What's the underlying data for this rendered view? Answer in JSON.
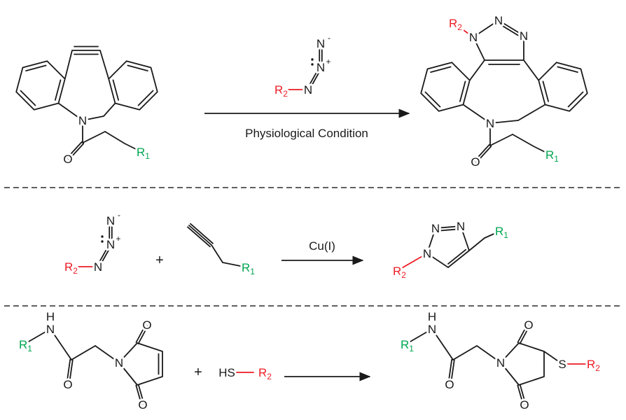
{
  "colors": {
    "black": "#1a1a1a",
    "green": "#00a651",
    "red": "#ed1c24"
  },
  "atoms": {
    "n": "N",
    "o": "O",
    "h": "H",
    "s": "S",
    "hs": "HS",
    "plus_charge": "+",
    "minus": "-"
  },
  "groups": {
    "r": "R",
    "sub1": "1",
    "sub2": "2"
  },
  "reaction1": {
    "condition": "Physiological Condition"
  },
  "reaction2": {
    "plus": "+",
    "catalyst": "Cu(I)"
  },
  "reaction3": {
    "plus": "+"
  }
}
